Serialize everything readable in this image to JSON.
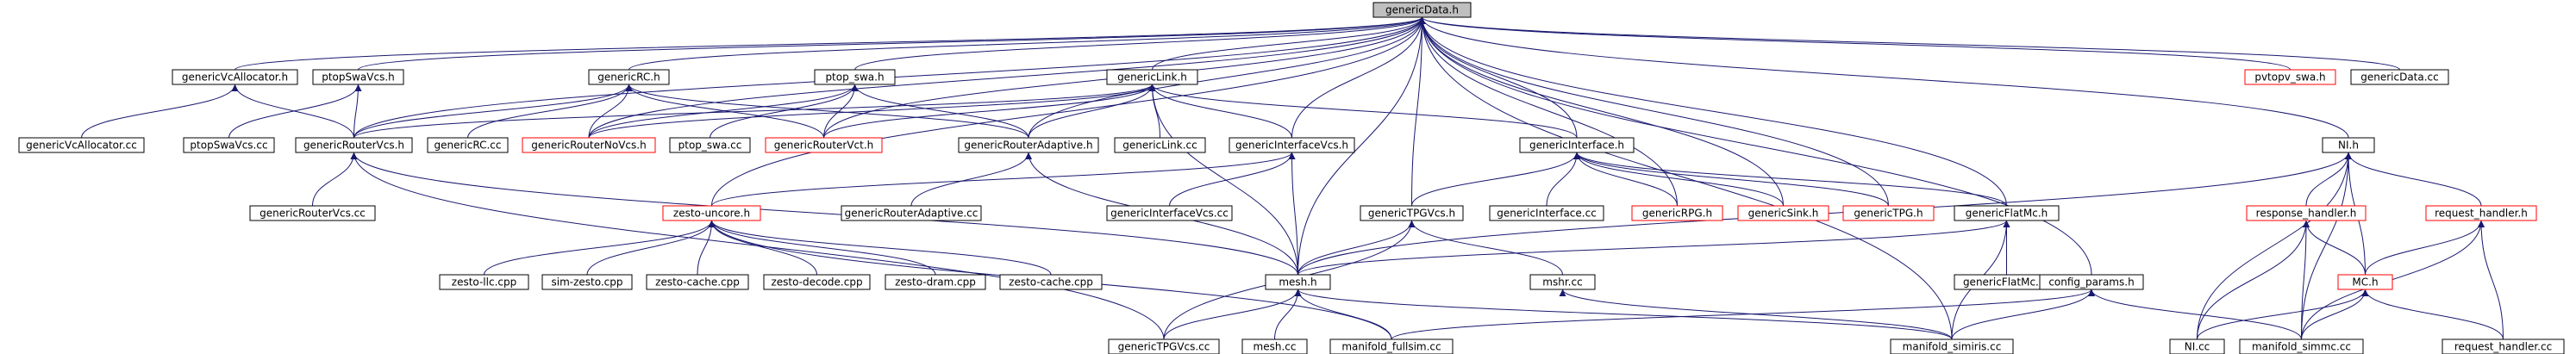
{
  "diagram": {
    "nodes": [
      {
        "id": "n_genericData_h",
        "label": "genericData.h",
        "highlight": "root"
      },
      {
        "id": "n_genericVcAllocator_h",
        "label": "genericVcAllocator.h"
      },
      {
        "id": "n_ptopSwaVcs_h",
        "label": "ptopSwaVcs.h"
      },
      {
        "id": "n_genericRC_h",
        "label": "genericRC.h"
      },
      {
        "id": "n_ptop_swa_h",
        "label": "ptop_swa.h"
      },
      {
        "id": "n_genericLink_h",
        "label": "genericLink.h"
      },
      {
        "id": "n_pvtopv_swa_h",
        "label": "pvtopv_swa.h",
        "highlight": "red"
      },
      {
        "id": "n_genericData_cc",
        "label": "genericData.cc"
      },
      {
        "id": "n_genericVcAllocator_cc",
        "label": "genericVcAllocator.cc"
      },
      {
        "id": "n_ptopSwaVcs_cc",
        "label": "ptopSwaVcs.cc"
      },
      {
        "id": "n_genericRouterVcs_h",
        "label": "genericRouterVcs.h"
      },
      {
        "id": "n_genericRC_cc",
        "label": "genericRC.cc"
      },
      {
        "id": "n_genericRouterNoVcs_h",
        "label": "genericRouterNoVcs.h",
        "highlight": "red"
      },
      {
        "id": "n_ptop_swa_cc",
        "label": "ptop_swa.cc"
      },
      {
        "id": "n_genericRouterVct_h",
        "label": "genericRouterVct.h",
        "highlight": "red"
      },
      {
        "id": "n_genericRouterAdaptive_h",
        "label": "genericRouterAdaptive.h"
      },
      {
        "id": "n_genericLink_cc",
        "label": "genericLink.cc"
      },
      {
        "id": "n_genericInterfaceVcs_h",
        "label": "genericInterfaceVcs.h"
      },
      {
        "id": "n_genericInterface_h",
        "label": "genericInterface.h"
      },
      {
        "id": "n_NI_h",
        "label": "NI.h"
      },
      {
        "id": "n_genericRouterVcs_cc",
        "label": "genericRouterVcs.cc"
      },
      {
        "id": "n_zesto_uncore_h",
        "label": "zesto-uncore.h",
        "highlight": "red"
      },
      {
        "id": "n_genericRouterAdaptive_cc",
        "label": "genericRouterAdaptive.cc"
      },
      {
        "id": "n_genericInterfaceVcs_cc",
        "label": "genericInterfaceVcs.cc"
      },
      {
        "id": "n_genericTPGVcs_h",
        "label": "genericTPGVcs.h"
      },
      {
        "id": "n_genericInterface_cc",
        "label": "genericInterface.cc"
      },
      {
        "id": "n_genericRPG_h",
        "label": "genericRPG.h",
        "highlight": "red"
      },
      {
        "id": "n_genericSink_h",
        "label": "genericSink.h",
        "highlight": "red"
      },
      {
        "id": "n_genericTPG_h",
        "label": "genericTPG.h",
        "highlight": "red"
      },
      {
        "id": "n_genericFlatMc_h",
        "label": "genericFlatMc.h"
      },
      {
        "id": "n_response_handler_h",
        "label": "response_handler.h",
        "highlight": "red"
      },
      {
        "id": "n_request_handler_h",
        "label": "request_handler.h",
        "highlight": "red"
      },
      {
        "id": "n_zesto_llc_cpp",
        "label": "zesto-llc.cpp"
      },
      {
        "id": "n_sim_zesto_cpp",
        "label": "sim-zesto.cpp"
      },
      {
        "id": "n_zesto_cache_cpp_a",
        "label": "zesto-cache.cpp"
      },
      {
        "id": "n_zesto_decode_cpp",
        "label": "zesto-decode.cpp"
      },
      {
        "id": "n_zesto_dram_cpp",
        "label": "zesto-dram.cpp"
      },
      {
        "id": "n_zesto_cache_cpp_b",
        "label": "zesto-cache.cpp"
      },
      {
        "id": "n_mesh_h",
        "label": "mesh.h"
      },
      {
        "id": "n_mshr_cc",
        "label": "mshr.cc"
      },
      {
        "id": "n_genericFlatMc_cc",
        "label": "genericFlatMc.cc"
      },
      {
        "id": "n_config_params_h",
        "label": "config_params.h"
      },
      {
        "id": "n_MC_h",
        "label": "MC.h",
        "highlight": "red"
      },
      {
        "id": "n_genericTPGVcs_cc",
        "label": "genericTPGVcs.cc"
      },
      {
        "id": "n_mesh_cc",
        "label": "mesh.cc"
      },
      {
        "id": "n_manifold_fullsim_cc",
        "label": "manifold_fullsim.cc"
      },
      {
        "id": "n_manifold_simiris_cc",
        "label": "manifold_simiris.cc"
      },
      {
        "id": "n_NI_cc",
        "label": "NI.cc"
      },
      {
        "id": "n_manifold_simmc_cc",
        "label": "manifold_simmc.cc"
      },
      {
        "id": "n_request_handler_cc",
        "label": "request_handler.cc"
      }
    ],
    "edges": [
      [
        "n_genericVcAllocator_h",
        "n_genericData_h"
      ],
      [
        "n_ptopSwaVcs_h",
        "n_genericData_h"
      ],
      [
        "n_genericRC_h",
        "n_genericData_h"
      ],
      [
        "n_ptop_swa_h",
        "n_genericData_h"
      ],
      [
        "n_genericLink_h",
        "n_genericData_h"
      ],
      [
        "n_pvtopv_swa_h",
        "n_genericData_h"
      ],
      [
        "n_genericData_cc",
        "n_genericData_h"
      ],
      [
        "n_genericRouterVcs_h",
        "n_genericData_h"
      ],
      [
        "n_genericRouterNoVcs_h",
        "n_genericData_h"
      ],
      [
        "n_genericRouterVct_h",
        "n_genericData_h"
      ],
      [
        "n_genericRouterAdaptive_h",
        "n_genericData_h"
      ],
      [
        "n_genericInterfaceVcs_h",
        "n_genericData_h"
      ],
      [
        "n_genericInterface_h",
        "n_genericData_h"
      ],
      [
        "n_NI_h",
        "n_genericData_h"
      ],
      [
        "n_zesto_uncore_h",
        "n_genericData_h"
      ],
      [
        "n_genericTPGVcs_h",
        "n_genericData_h"
      ],
      [
        "n_genericRPG_h",
        "n_genericData_h"
      ],
      [
        "n_genericSink_h",
        "n_genericData_h"
      ],
      [
        "n_genericTPG_h",
        "n_genericData_h"
      ],
      [
        "n_genericFlatMc_h",
        "n_genericData_h"
      ],
      [
        "n_mesh_h",
        "n_genericData_h"
      ],
      [
        "n_config_params_h",
        "n_genericData_h"
      ],
      [
        "n_manifold_simiris_cc",
        "n_genericData_h"
      ],
      [
        "n_genericVcAllocator_cc",
        "n_genericVcAllocator_h"
      ],
      [
        "n_genericRouterVcs_h",
        "n_genericVcAllocator_h"
      ],
      [
        "n_ptopSwaVcs_cc",
        "n_ptopSwaVcs_h"
      ],
      [
        "n_genericRouterVcs_h",
        "n_ptopSwaVcs_h"
      ],
      [
        "n_genericRouterVcs_h",
        "n_genericRC_h"
      ],
      [
        "n_genericRC_cc",
        "n_genericRC_h"
      ],
      [
        "n_genericRouterNoVcs_h",
        "n_genericRC_h"
      ],
      [
        "n_genericRouterVct_h",
        "n_genericRC_h"
      ],
      [
        "n_genericRouterAdaptive_h",
        "n_genericRC_h"
      ],
      [
        "n_genericRouterNoVcs_h",
        "n_ptop_swa_h"
      ],
      [
        "n_ptop_swa_cc",
        "n_ptop_swa_h"
      ],
      [
        "n_genericRouterVct_h",
        "n_ptop_swa_h"
      ],
      [
        "n_genericRouterAdaptive_h",
        "n_ptop_swa_h"
      ],
      [
        "n_genericRouterVcs_h",
        "n_genericLink_h"
      ],
      [
        "n_genericRouterNoVcs_h",
        "n_genericLink_h"
      ],
      [
        "n_genericRouterVct_h",
        "n_genericLink_h"
      ],
      [
        "n_genericRouterAdaptive_h",
        "n_genericLink_h"
      ],
      [
        "n_genericLink_cc",
        "n_genericLink_h"
      ],
      [
        "n_genericInterfaceVcs_h",
        "n_genericLink_h"
      ],
      [
        "n_genericInterface_h",
        "n_genericLink_h"
      ],
      [
        "n_mesh_h",
        "n_genericLink_h"
      ],
      [
        "n_genericRouterVcs_cc",
        "n_genericRouterVcs_h"
      ],
      [
        "n_genericTPGVcs_cc",
        "n_genericRouterVcs_h"
      ],
      [
        "n_mesh_h",
        "n_genericRouterVcs_h"
      ],
      [
        "n_genericRouterAdaptive_cc",
        "n_genericRouterAdaptive_h"
      ],
      [
        "n_mesh_h",
        "n_genericRouterAdaptive_h"
      ],
      [
        "n_zesto_uncore_h",
        "n_genericInterfaceVcs_h"
      ],
      [
        "n_genericInterfaceVcs_cc",
        "n_genericInterfaceVcs_h"
      ],
      [
        "n_mesh_h",
        "n_genericInterfaceVcs_h"
      ],
      [
        "n_genericTPGVcs_h",
        "n_genericInterface_h"
      ],
      [
        "n_genericInterface_cc",
        "n_genericInterface_h"
      ],
      [
        "n_genericRPG_h",
        "n_genericInterface_h"
      ],
      [
        "n_genericSink_h",
        "n_genericInterface_h"
      ],
      [
        "n_genericTPG_h",
        "n_genericInterface_h"
      ],
      [
        "n_genericFlatMc_h",
        "n_genericInterface_h"
      ],
      [
        "n_response_handler_h",
        "n_NI_h"
      ],
      [
        "n_request_handler_h",
        "n_NI_h"
      ],
      [
        "n_mesh_h",
        "n_NI_h"
      ],
      [
        "n_MC_h",
        "n_NI_h"
      ],
      [
        "n_NI_cc",
        "n_NI_h"
      ],
      [
        "n_manifold_simmc_cc",
        "n_NI_h"
      ],
      [
        "n_zesto_llc_cpp",
        "n_zesto_uncore_h"
      ],
      [
        "n_sim_zesto_cpp",
        "n_zesto_uncore_h"
      ],
      [
        "n_zesto_cache_cpp_a",
        "n_zesto_uncore_h"
      ],
      [
        "n_zesto_decode_cpp",
        "n_zesto_uncore_h"
      ],
      [
        "n_zesto_dram_cpp",
        "n_zesto_uncore_h"
      ],
      [
        "n_zesto_cache_cpp_b",
        "n_zesto_uncore_h"
      ],
      [
        "n_manifold_fullsim_cc",
        "n_zesto_uncore_h"
      ],
      [
        "n_genericTPGVcs_cc",
        "n_genericTPGVcs_h"
      ],
      [
        "n_mshr_cc",
        "n_genericTPGVcs_h"
      ],
      [
        "n_mesh_h",
        "n_genericTPGVcs_h"
      ],
      [
        "n_genericFlatMc_cc",
        "n_genericFlatMc_h"
      ],
      [
        "n_manifold_simiris_cc",
        "n_genericFlatMc_h"
      ],
      [
        "n_mesh_h",
        "n_genericFlatMc_h"
      ],
      [
        "n_MC_h",
        "n_response_handler_h"
      ],
      [
        "n_NI_cc",
        "n_response_handler_h"
      ],
      [
        "n_manifold_simmc_cc",
        "n_response_handler_h"
      ],
      [
        "n_MC_h",
        "n_request_handler_h"
      ],
      [
        "n_manifold_simmc_cc",
        "n_request_handler_h"
      ],
      [
        "n_request_handler_cc",
        "n_request_handler_h"
      ],
      [
        "n_genericTPGVcs_cc",
        "n_mesh_h"
      ],
      [
        "n_mesh_cc",
        "n_mesh_h"
      ],
      [
        "n_manifold_fullsim_cc",
        "n_mesh_h"
      ],
      [
        "n_manifold_simiris_cc",
        "n_mesh_h"
      ],
      [
        "n_manifold_fullsim_cc",
        "n_config_params_h"
      ],
      [
        "n_manifold_simiris_cc",
        "n_config_params_h"
      ],
      [
        "n_manifold_simmc_cc",
        "n_config_params_h"
      ],
      [
        "n_NI_cc",
        "n_MC_h"
      ],
      [
        "n_manifold_simmc_cc",
        "n_MC_h"
      ],
      [
        "n_request_handler_cc",
        "n_MC_h"
      ],
      [
        "n_manifold_simiris_cc",
        "n_mshr_cc"
      ]
    ]
  }
}
